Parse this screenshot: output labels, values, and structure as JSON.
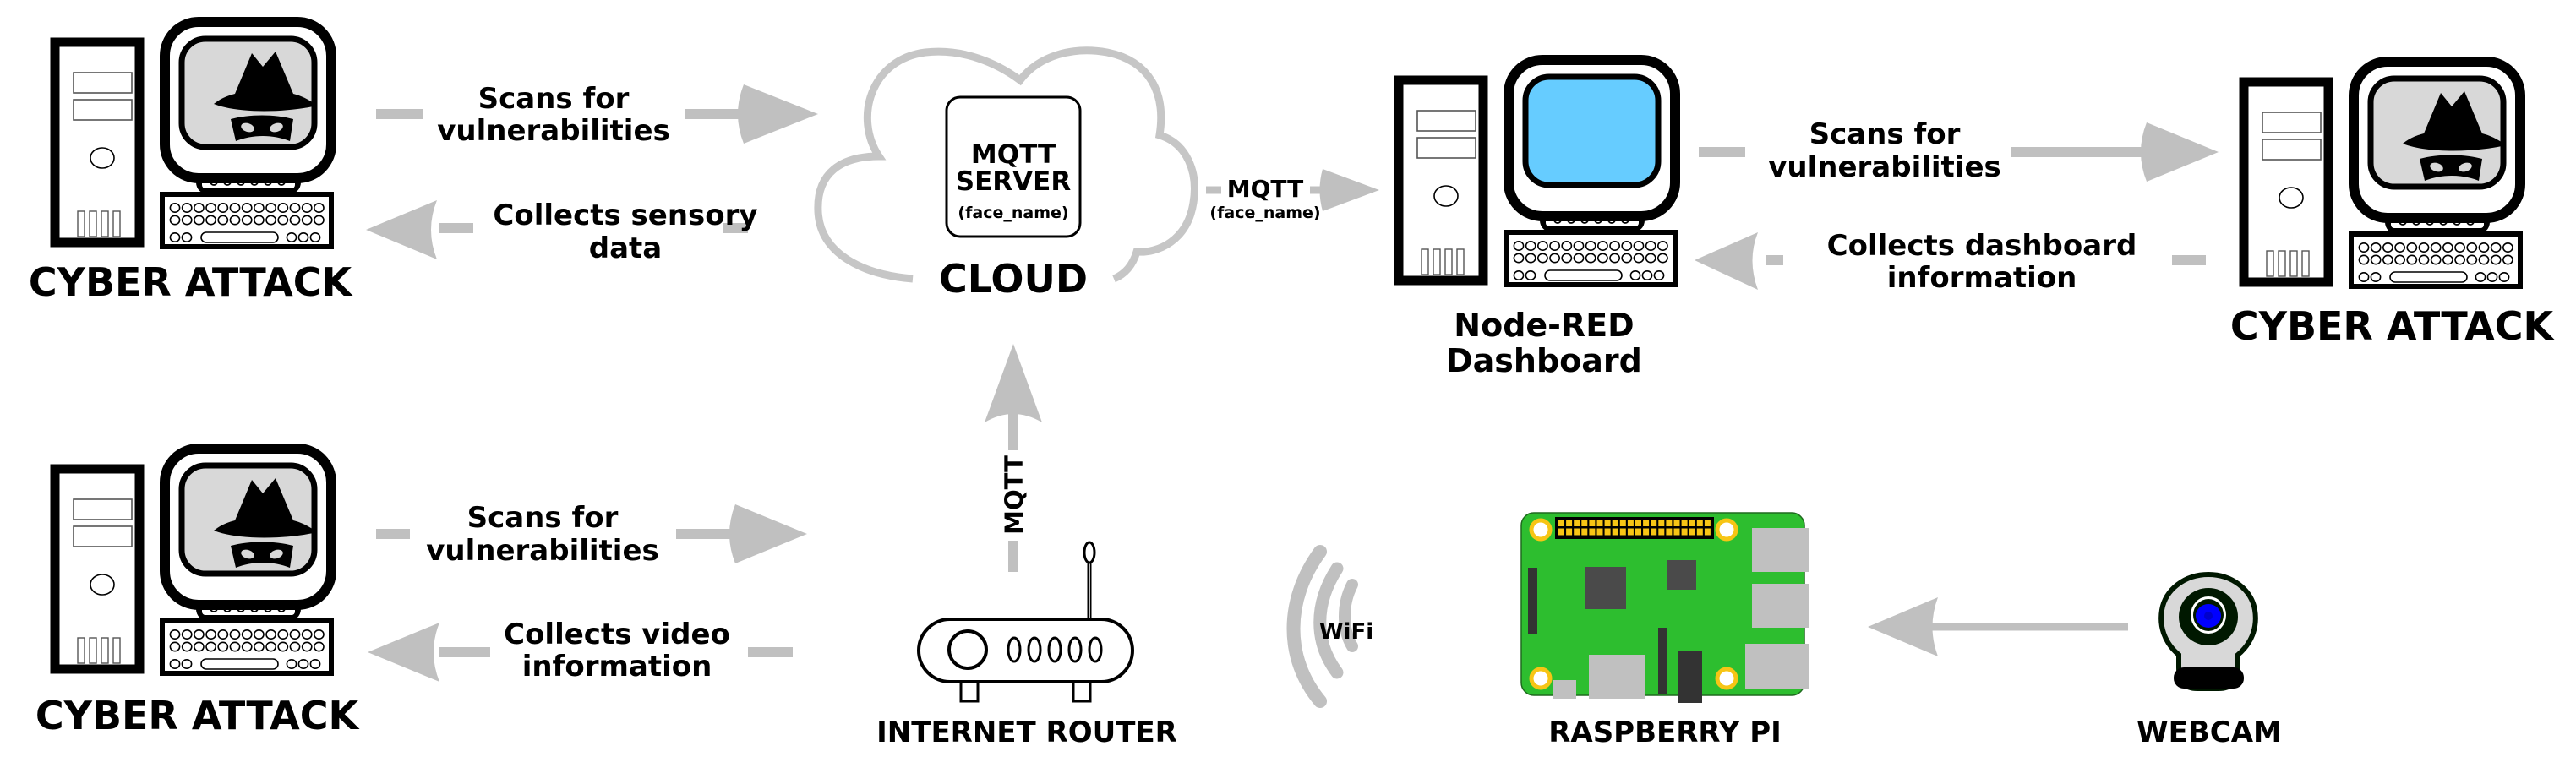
{
  "diagram": {
    "colors": {
      "arrow": "#c0c0c0",
      "outline": "#000000",
      "attacker_screen": "#d8d8d8",
      "dashboard_screen": "#66ccff",
      "pi_board": "#2dbe2f",
      "pi_gold": "#f7c515",
      "pi_port": "#c0c0c0",
      "pi_chip": "#4a4a4a",
      "webcam_lens": "#0000ff",
      "webcam_body": "#d8d8d8"
    },
    "nodes": {
      "attacker_top_left": {
        "label": "CYBER ATTACK",
        "icon": "hacker-computer-icon"
      },
      "attacker_top_right": {
        "label": "CYBER ATTACK",
        "icon": "hacker-computer-icon"
      },
      "attacker_bottom_left": {
        "label": "CYBER ATTACK",
        "icon": "hacker-computer-icon"
      },
      "cloud": {
        "label": "CLOUD",
        "icon": "cloud-icon",
        "server": {
          "line1": "MQTT",
          "line2": "SERVER",
          "line3": "(face_name)"
        }
      },
      "dashboard": {
        "label_line1": "Node-RED",
        "label_line2": "Dashboard",
        "icon": "desktop-computer-icon"
      },
      "router": {
        "label": "INTERNET ROUTER",
        "icon": "router-icon"
      },
      "wifi": {
        "label": "WiFi",
        "icon": "wifi-icon"
      },
      "pi": {
        "label": "RASPBERRY PI",
        "icon": "raspberry-pi-board-icon"
      },
      "webcam": {
        "label": "WEBCAM",
        "icon": "webcam-icon"
      }
    },
    "edges": {
      "top_left_scan": {
        "line1": "Scans for",
        "line2": "vulnerabilities",
        "direction": "right"
      },
      "top_left_collect": {
        "line1": "Collects sensory",
        "line2": "data",
        "direction": "left"
      },
      "cloud_to_dashboard": {
        "line1": "MQTT",
        "line2": "(face_name)",
        "direction": "right"
      },
      "top_right_scan": {
        "line1": "Scans for",
        "line2": "vulnerabilities",
        "direction": "right"
      },
      "top_right_collect": {
        "line1": "Collects dashboard",
        "line2": "information",
        "direction": "left"
      },
      "bottom_left_scan": {
        "line1": "Scans for",
        "line2": "vulnerabilities",
        "direction": "right"
      },
      "bottom_left_collect": {
        "line1": "Collects video",
        "line2": "information",
        "direction": "left"
      },
      "router_to_cloud": {
        "label": "MQTT",
        "direction": "up"
      },
      "webcam_to_pi": {
        "direction": "left"
      }
    }
  }
}
